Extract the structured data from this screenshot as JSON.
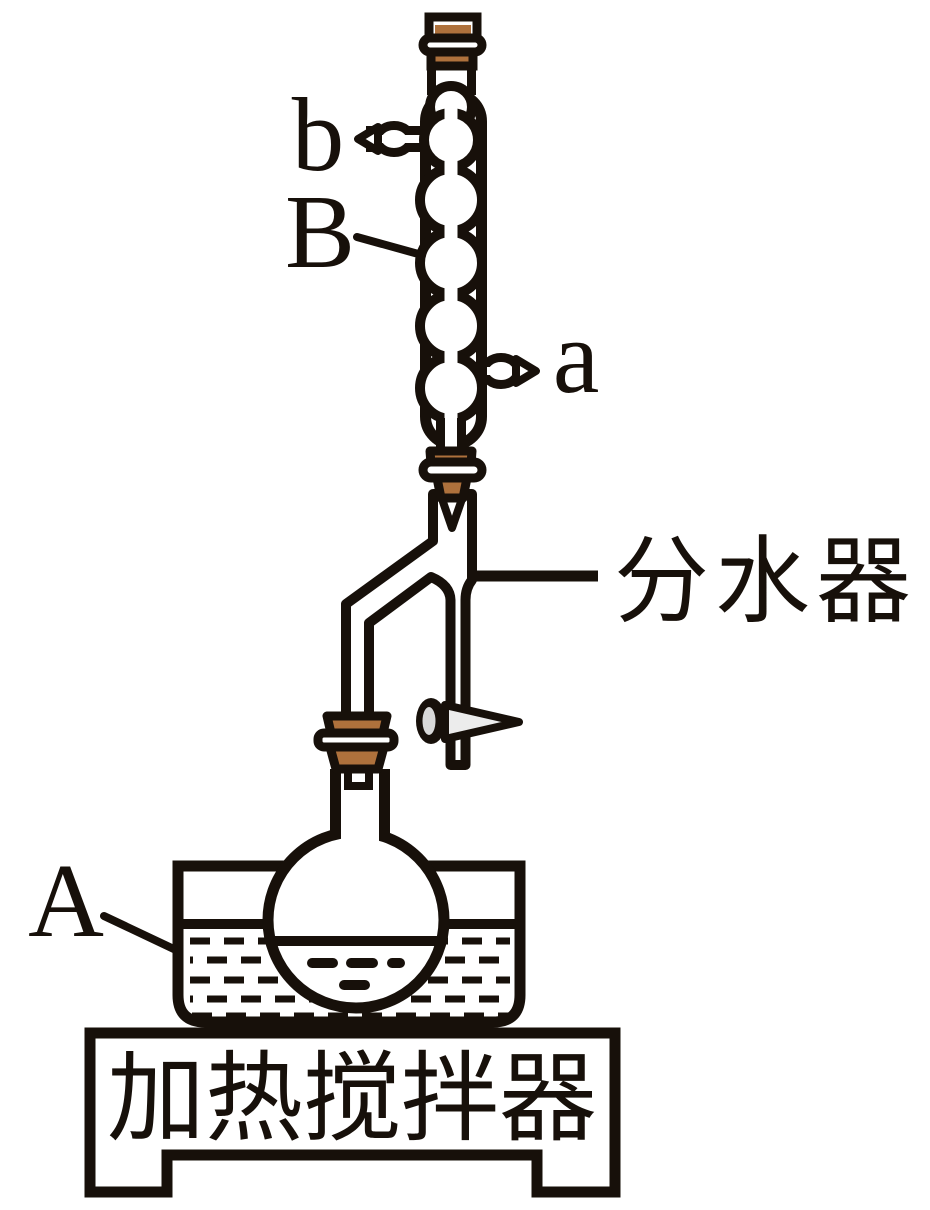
{
  "labels": {
    "port_b": "b",
    "condenser": "B",
    "port_a": "a",
    "bath": "A",
    "separator": "分水器",
    "stirrer": "加热搅拌器"
  },
  "colors": {
    "ink": "#17100a",
    "cork": "#ae713c",
    "stopcock_fill": "#ececec",
    "knob_inner": "#d9d9d9",
    "background": "#ffffff"
  }
}
